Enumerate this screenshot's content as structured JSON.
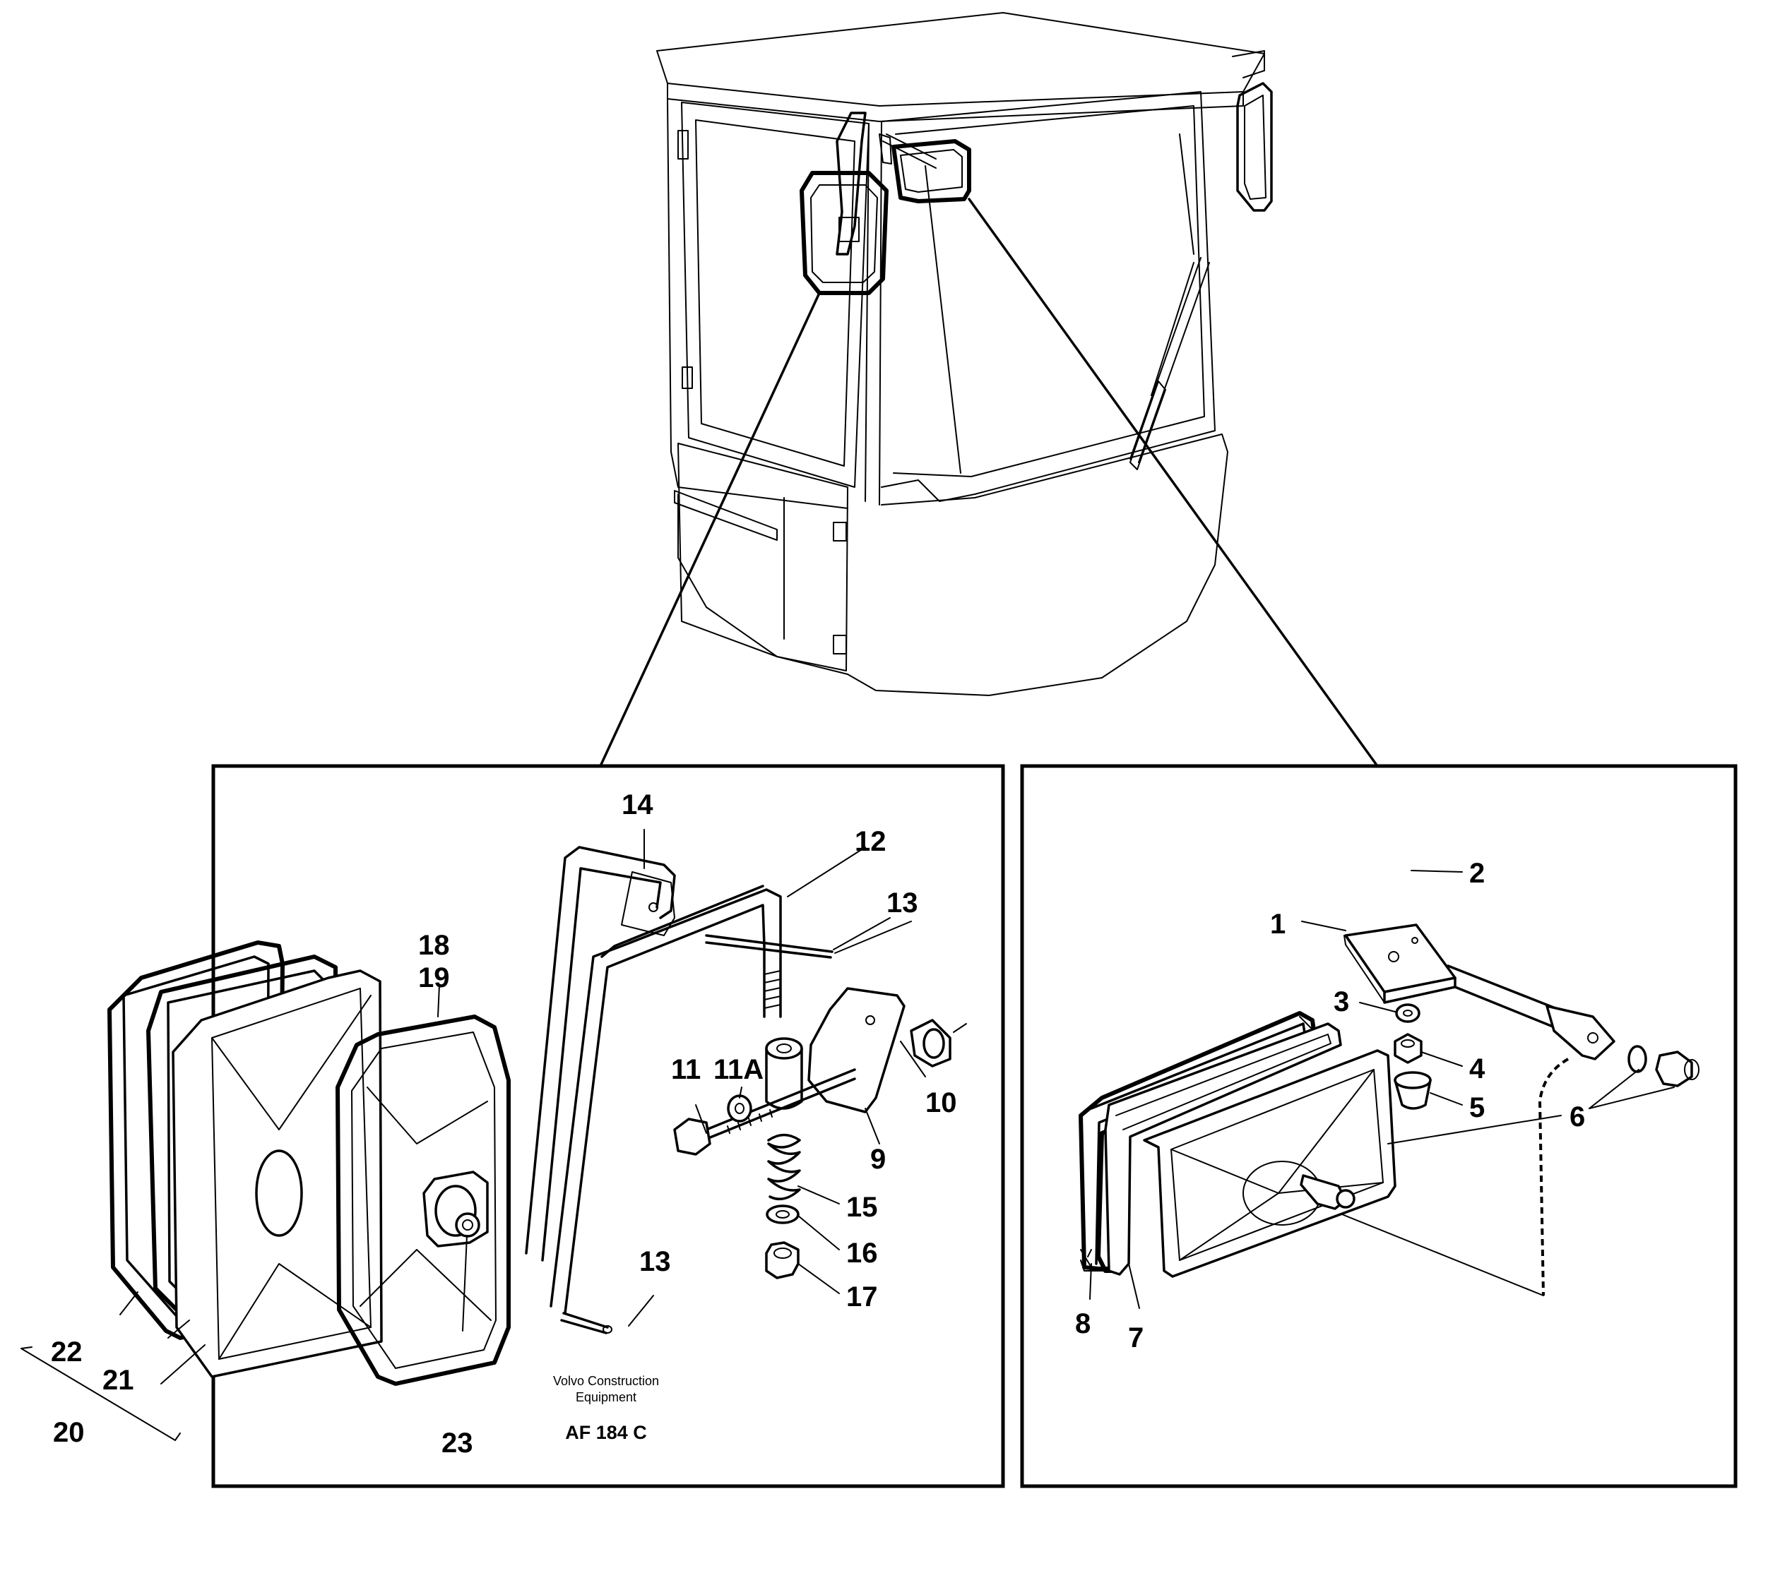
{
  "left_panel": {
    "labels": {
      "l9": "9",
      "l10": "10",
      "l11": "11",
      "l11a": "11A",
      "l12": "12",
      "l13a": "13",
      "l13b": "13",
      "l14": "14",
      "l15": "15",
      "l16": "16",
      "l17": "17",
      "l18": "18",
      "l19": "19",
      "l20": "20",
      "l21": "21",
      "l22": "22",
      "l23": "23"
    },
    "credit_line1": "Volvo Construction",
    "credit_line2": "Equipment",
    "figure_code": "AF 184 C"
  },
  "right_panel": {
    "labels": {
      "l1": "1",
      "l2": "2",
      "l3": "3",
      "l4": "4",
      "l5": "5",
      "l6": "6",
      "l7": "7",
      "l8": "8"
    }
  },
  "icons": {
    "cab": "cab-overview-drawing",
    "left_mirror": "octagonal-mirror-exploded-icon",
    "right_mirror": "rectangular-mirror-exploded-icon"
  }
}
